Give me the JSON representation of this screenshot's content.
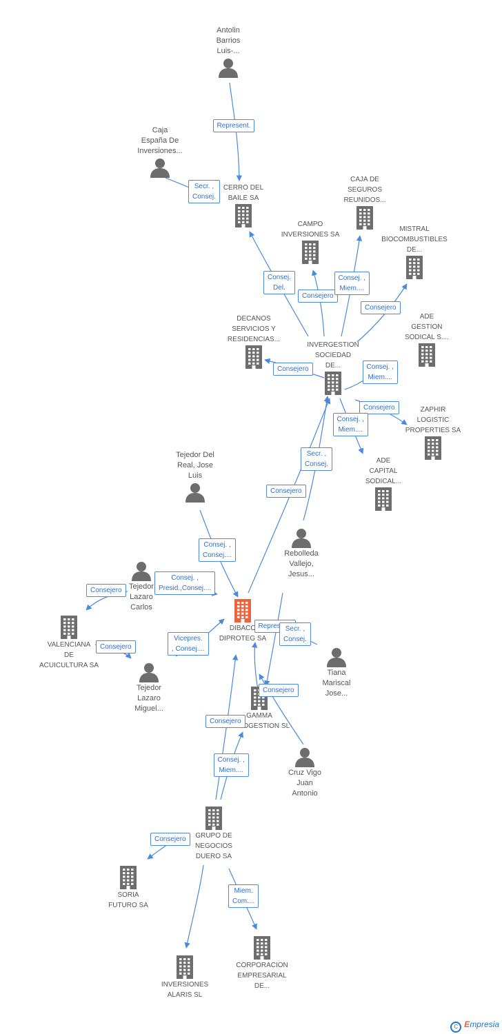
{
  "colors": {
    "edge": "#4a89dc",
    "node": "#6d6d6d",
    "focus": "#f0633a"
  },
  "nodes": [
    {
      "id": "antolin",
      "type": "person",
      "label": [
        "Antolin",
        "Barrios",
        "Luis-..."
      ]
    },
    {
      "id": "caja-espana",
      "type": "person",
      "label": [
        "Caja",
        "España De",
        "Inversiones..."
      ]
    },
    {
      "id": "cerro",
      "type": "company",
      "label": [
        "CERRO DEL",
        "BAILE SA"
      ]
    },
    {
      "id": "caja-seguros",
      "type": "company",
      "label": [
        "CAJA DE",
        "SEGUROS",
        "REUNIDOS..."
      ]
    },
    {
      "id": "campo",
      "type": "company",
      "label": [
        "CAMPO",
        "INVERSIONES SA"
      ]
    },
    {
      "id": "mistral",
      "type": "company",
      "label": [
        "MISTRAL",
        "BIOCOMBUSTIBLES",
        "DE..."
      ]
    },
    {
      "id": "decanos",
      "type": "company",
      "label": [
        "DECANOS",
        "SERVICIOS Y",
        "RESIDENCIAS..."
      ]
    },
    {
      "id": "ade-gestion",
      "type": "company",
      "label": [
        "ADE",
        "GESTION",
        "SODICAL S...."
      ]
    },
    {
      "id": "invergestion",
      "type": "company",
      "label": [
        "INVERGESTION",
        "SOCIEDAD",
        "DE..."
      ]
    },
    {
      "id": "zaphir",
      "type": "company",
      "label": [
        "ZAPHIR",
        "LOGISTIC",
        "PROPERTIES SA"
      ]
    },
    {
      "id": "ade-capital",
      "type": "company",
      "label": [
        "ADE",
        "CAPITAL",
        "SODICAL..."
      ]
    },
    {
      "id": "tejedor-jose",
      "type": "person",
      "label": [
        "Tejedor Del",
        "Real, Jose",
        "Luis"
      ]
    },
    {
      "id": "rebolleda",
      "type": "person",
      "label": [
        "Rebolleda",
        "Vallejo,",
        "Jesus..."
      ]
    },
    {
      "id": "tejedor-carlos",
      "type": "person",
      "label": [
        "Tejedor",
        "Lazaro",
        "Carlos"
      ]
    },
    {
      "id": "dibaco",
      "type": "focus",
      "label": [
        "DIBACO",
        "DIPROTEG SA"
      ]
    },
    {
      "id": "valenciana",
      "type": "company",
      "label": [
        "VALENCIANA",
        "DE",
        "ACUICULTURA SA"
      ]
    },
    {
      "id": "tiana",
      "type": "person",
      "label": [
        "Tiana",
        "Mariscal",
        "Jose..."
      ]
    },
    {
      "id": "tejedor-miguel",
      "type": "person",
      "label": [
        "Tejedor",
        "Lazaro",
        "Miguel..."
      ]
    },
    {
      "id": "gamma",
      "type": "company",
      "label": [
        "GAMMA",
        "SEROGESTION SL"
      ]
    },
    {
      "id": "cruz-vigo",
      "type": "person",
      "label": [
        "Cruz Vigo",
        "Juan",
        "Antonio"
      ]
    },
    {
      "id": "grupo-duero",
      "type": "company",
      "label": [
        "GRUPO DE",
        "NEGOCIOS",
        "DUERO SA"
      ]
    },
    {
      "id": "soria",
      "type": "company",
      "label": [
        "SORIA",
        "FUTURO SA"
      ]
    },
    {
      "id": "inversiones-alaris",
      "type": "company",
      "label": [
        "INVERSIONES",
        "ALARIS SL"
      ]
    },
    {
      "id": "corporacion",
      "type": "company",
      "label": [
        "CORPORACION",
        "EMPRESARIAL",
        "DE..."
      ]
    }
  ],
  "edges": [
    {
      "id": "e1",
      "label": [
        "Represent."
      ]
    },
    {
      "id": "e2",
      "label": [
        "Secr. ,",
        "Consej."
      ]
    },
    {
      "id": "e3",
      "label": [
        "Consej.",
        "Del."
      ]
    },
    {
      "id": "e4",
      "label": [
        "Consejero"
      ]
    },
    {
      "id": "e5",
      "label": [
        "Consej. ,",
        "Miem...."
      ]
    },
    {
      "id": "e6",
      "label": [
        "Consejero"
      ]
    },
    {
      "id": "e7",
      "label": [
        "Consejero"
      ]
    },
    {
      "id": "e8",
      "label": [
        "Consej. ,",
        "Miem...."
      ]
    },
    {
      "id": "e9",
      "label": [
        "Consejero"
      ]
    },
    {
      "id": "e10",
      "label": [
        "Consej. ,",
        "Miem...."
      ]
    },
    {
      "id": "e11",
      "label": [
        "Secr. ,",
        "Consej."
      ]
    },
    {
      "id": "e12",
      "label": [
        "Consejero"
      ]
    },
    {
      "id": "e13",
      "label": [
        "Consej. ,",
        "Consej...."
      ]
    },
    {
      "id": "e14",
      "label": [
        "Consej. ,",
        "Presid.,Consej...."
      ]
    },
    {
      "id": "e15",
      "label": [
        "Consejero"
      ]
    },
    {
      "id": "e16",
      "label": [
        "Consejero"
      ]
    },
    {
      "id": "e17",
      "label": [
        "Vicepres.",
        ", Consej...."
      ]
    },
    {
      "id": "e18",
      "label": [
        "Represent."
      ]
    },
    {
      "id": "e19",
      "label": [
        "Secr. ,",
        "Consej."
      ]
    },
    {
      "id": "e20",
      "label": [
        "Consejero"
      ]
    },
    {
      "id": "e21",
      "label": [
        "Consejero"
      ]
    },
    {
      "id": "e22",
      "label": [
        "Consej. ,",
        "Miem...."
      ]
    },
    {
      "id": "e23",
      "label": [
        "Consejero"
      ]
    },
    {
      "id": "e24",
      "label": [
        "Consejero"
      ]
    },
    {
      "id": "e25",
      "label": [
        "Miem.",
        "Com...."
      ]
    }
  ],
  "brand": {
    "symbol": "C",
    "text": "mpresia",
    "initial": "E"
  }
}
